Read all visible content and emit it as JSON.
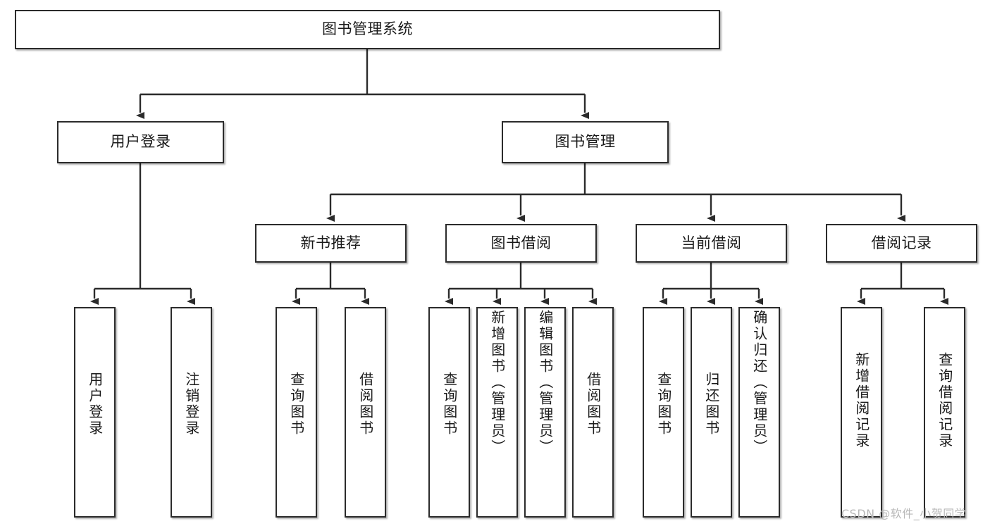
{
  "diagram": {
    "type": "tree-hierarchy",
    "title": "图书管理系统",
    "root": {
      "label": "图书管理系统"
    },
    "level2": [
      {
        "label": "用户登录"
      },
      {
        "label": "图书管理"
      }
    ],
    "level3": [
      {
        "label": "新书推荐"
      },
      {
        "label": "图书借阅"
      },
      {
        "label": "当前借阅"
      },
      {
        "label": "借阅记录"
      }
    ],
    "leaves": {
      "user_login": [
        {
          "label": "用户登录"
        },
        {
          "label": "注销登录"
        }
      ],
      "new_book_recommend": [
        {
          "label": "查询图书"
        },
        {
          "label": "借阅图书"
        }
      ],
      "book_borrow": [
        {
          "label": "查询图书"
        },
        {
          "label": "新增图书（管理员）"
        },
        {
          "label": "编辑图书（管理员）"
        },
        {
          "label": "借阅图书"
        }
      ],
      "current_borrow": [
        {
          "label": "查询图书"
        },
        {
          "label": "归还图书"
        },
        {
          "label": "确认归还（管理员）"
        }
      ],
      "borrow_record": [
        {
          "label": "新增借阅记录"
        },
        {
          "label": "查询借阅记录"
        }
      ]
    },
    "colors": {
      "stroke": "#2b2b2b",
      "fill": "#ffffff",
      "text": "#1a1a1a",
      "watermark": "#b8b8b8"
    }
  },
  "watermark": {
    "text": "CSDN @软件_小贺同学"
  }
}
